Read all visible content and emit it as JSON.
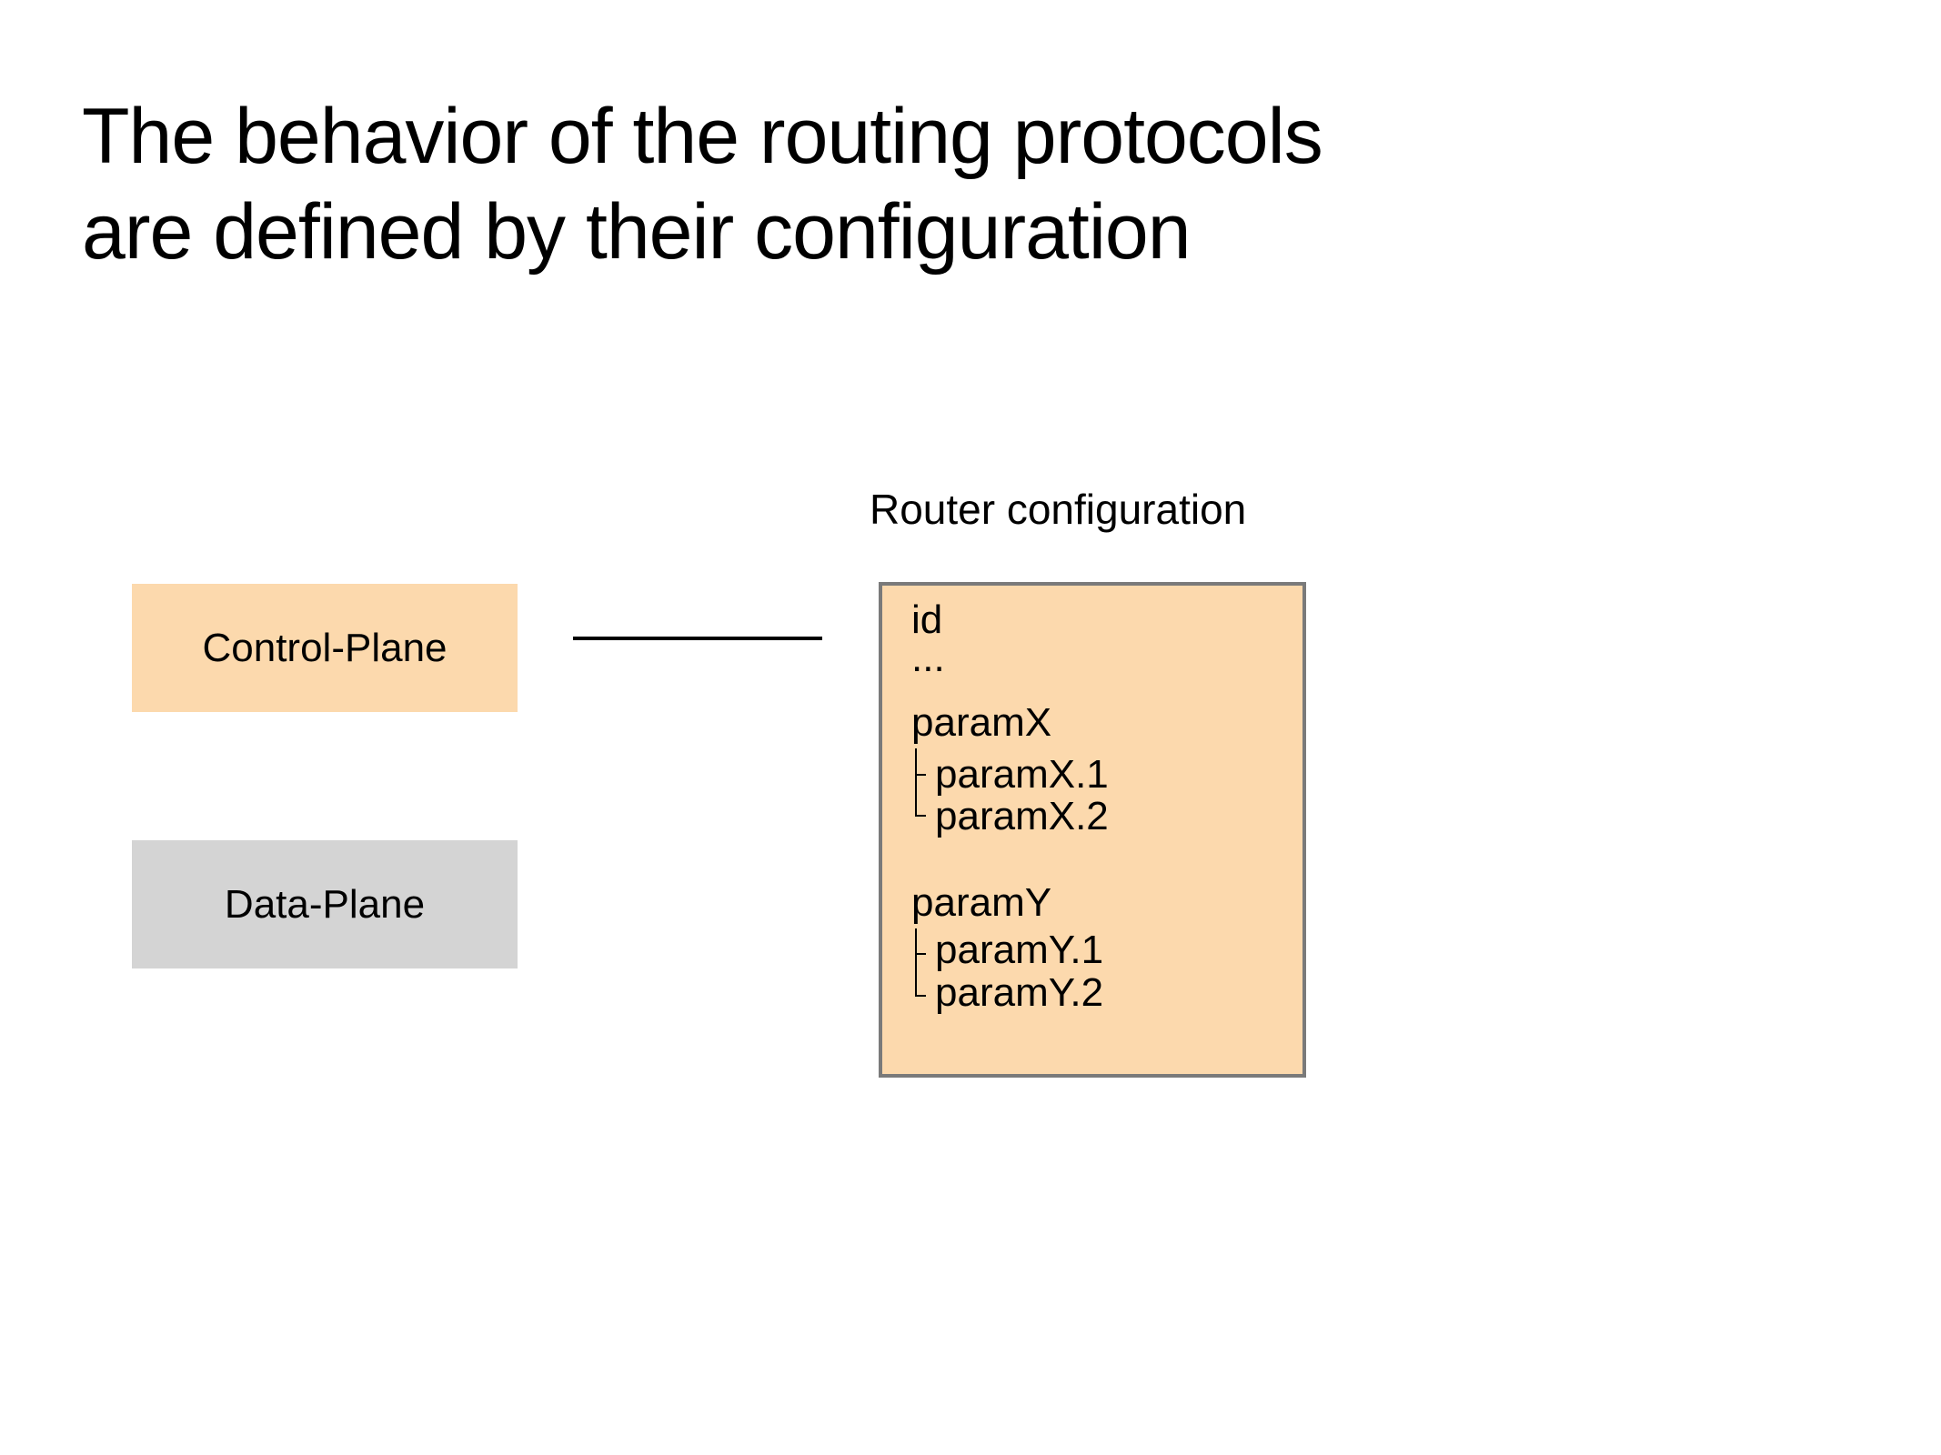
{
  "slide": {
    "title": {
      "line1": "The behavior of the routing protocols",
      "line2": "are defined by their configuration"
    }
  },
  "diagram": {
    "control_plane": {
      "label": "Control-Plane"
    },
    "data_plane": {
      "label": "Data-Plane"
    },
    "router_config": {
      "caption": "Router configuration",
      "lines": {
        "id": "id",
        "ellipsis": "...",
        "paramX": "paramX",
        "paramX1": "paramX.1",
        "paramX2": "paramX.2",
        "paramY": "paramY",
        "paramY1": "paramY.1",
        "paramY2": "paramY.2"
      }
    },
    "colors": {
      "plane_fill_orange": "#fcd9ad",
      "plane_fill_gray": "#d4d4d4",
      "config_fill": "#fcd9ad",
      "config_border": "#7a7a7a",
      "connector": "#000000",
      "text": "#000000",
      "background": "#ffffff"
    }
  }
}
